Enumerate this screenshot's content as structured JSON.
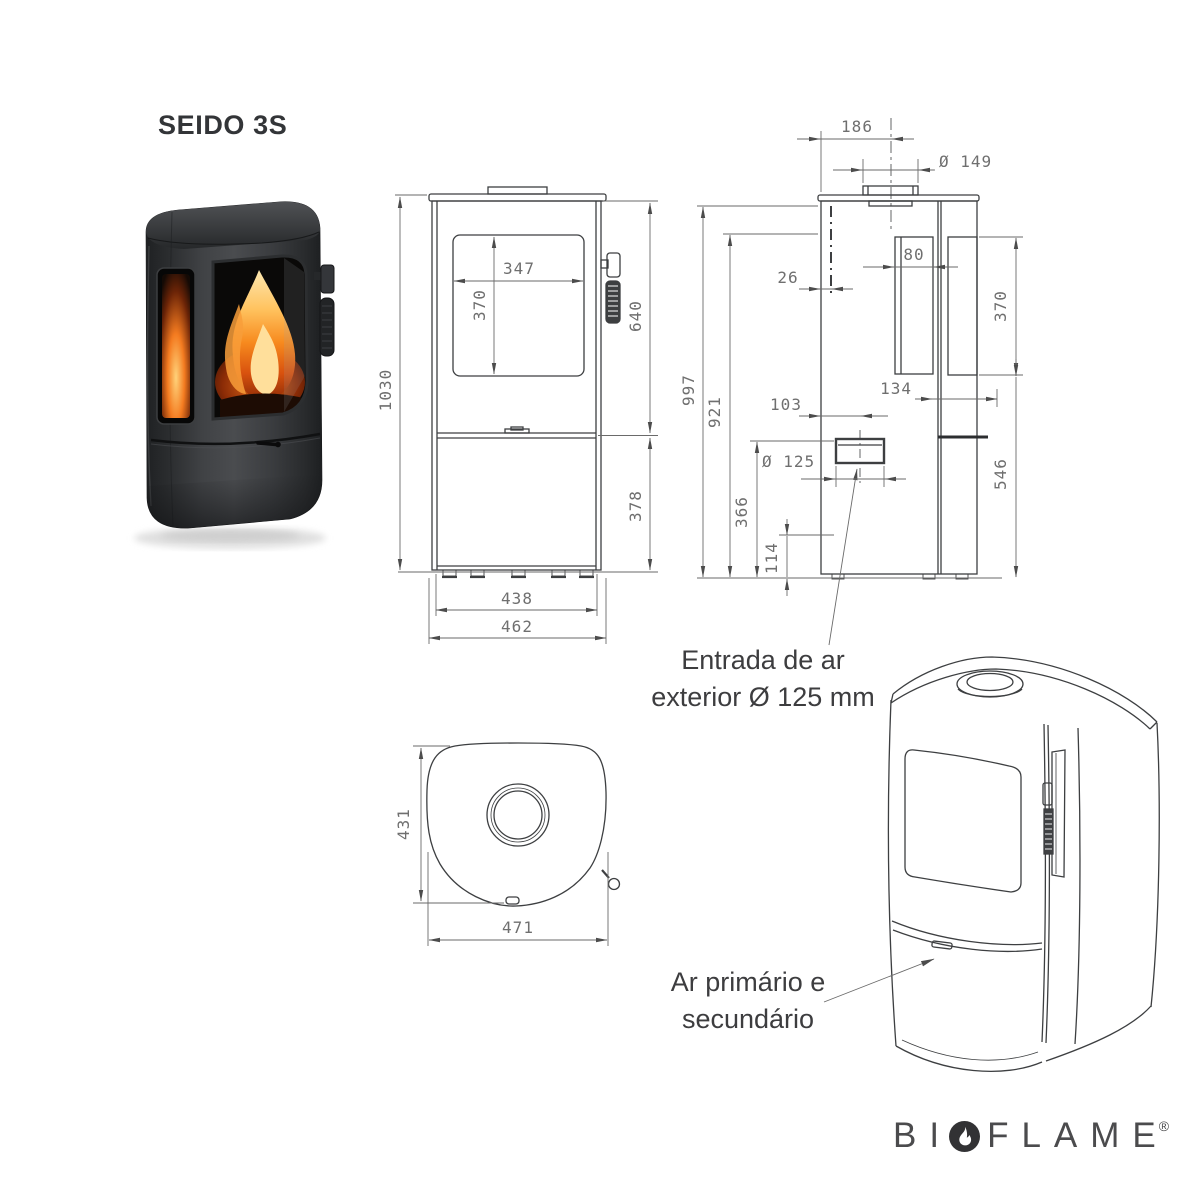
{
  "title": "SEIDO 3S",
  "views": {
    "front": {
      "dims": {
        "glass_width": "347",
        "glass_height": "370",
        "upper_height": "640",
        "total_height": "1030",
        "lower_height": "378",
        "body_width": "438",
        "total_width": "462"
      }
    },
    "side": {
      "dims": {
        "flue_offset": "186",
        "flue_diameter": "Ø 149",
        "wall_offset": "26",
        "glass_strip_width": "80",
        "glass_height": "370",
        "glass_offset": "134",
        "height_to_flue_top": "997",
        "height_to_body_top": "921",
        "air_inlet_offset": "103",
        "air_inlet_diameter": "Ø 125",
        "air_inlet_top_height": "366",
        "air_inlet_bottom_height": "114",
        "door_top_height": "546"
      }
    },
    "top": {
      "dims": {
        "depth": "431",
        "width": "471"
      }
    }
  },
  "annotations": {
    "air_inlet": {
      "line1": "Entrada de ar",
      "line2": "exterior Ø 125 mm"
    },
    "primary_air": {
      "line1": "Ar primário e",
      "line2": "secundário"
    }
  },
  "logo": {
    "prefix": "BI",
    "suffix": "FLAME",
    "registered": "®"
  },
  "colors": {
    "line": "#3d3f41",
    "dim_text": "#6f6f6f",
    "annotation_text": "#3d3d3f",
    "stove_body": "#3a3c3f",
    "flame_orange": "#f58220"
  }
}
